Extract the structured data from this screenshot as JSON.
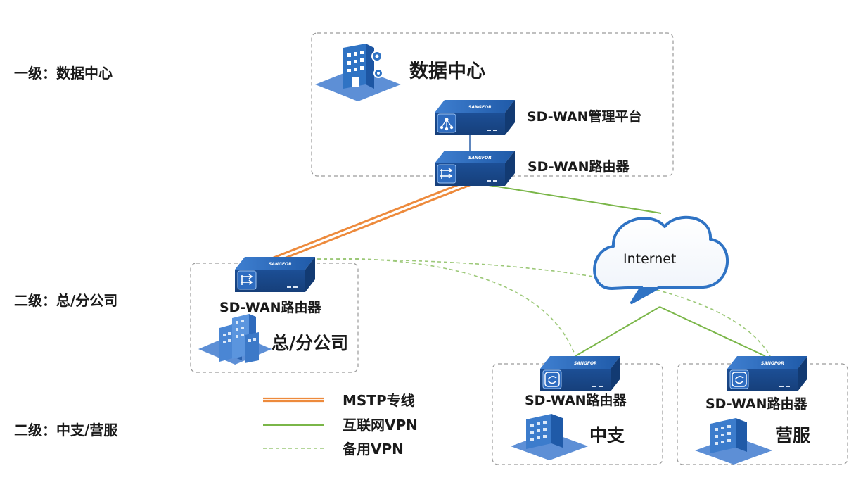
{
  "tiers": {
    "level1": "一级：数据中心",
    "level2_hq": "二级：总/分公司",
    "level2_branch": "二级：中支/营服"
  },
  "datacenter": {
    "title": "数据中心",
    "mgmt_platform": "SD-WAN管理平台",
    "router": "SD-WAN路由器"
  },
  "hq": {
    "router": "SD-WAN路由器",
    "site": "总/分公司"
  },
  "branch_zhongzhi": {
    "router": "SD-WAN路由器",
    "site": "中支"
  },
  "branch_yingfu": {
    "router": "SD-WAN路由器",
    "site": "营服"
  },
  "cloud": {
    "label": "Internet"
  },
  "device_brand": "SANGFOR",
  "legend": [
    {
      "label": "MSTP专线",
      "color": "#ed8a3c",
      "style": "double-solid"
    },
    {
      "label": "互联网VPN",
      "color": "#7ab648",
      "style": "solid"
    },
    {
      "label": "备用VPN",
      "color": "#9cc878",
      "style": "dashed"
    }
  ],
  "colors": {
    "device_blue": "#1f5aa8",
    "building_blue": "#2f73c4",
    "platform_blue": "#6f9fe0",
    "mstp": "#ed8a3c",
    "internet_vpn": "#7ab648",
    "backup_vpn": "#9cc878"
  }
}
